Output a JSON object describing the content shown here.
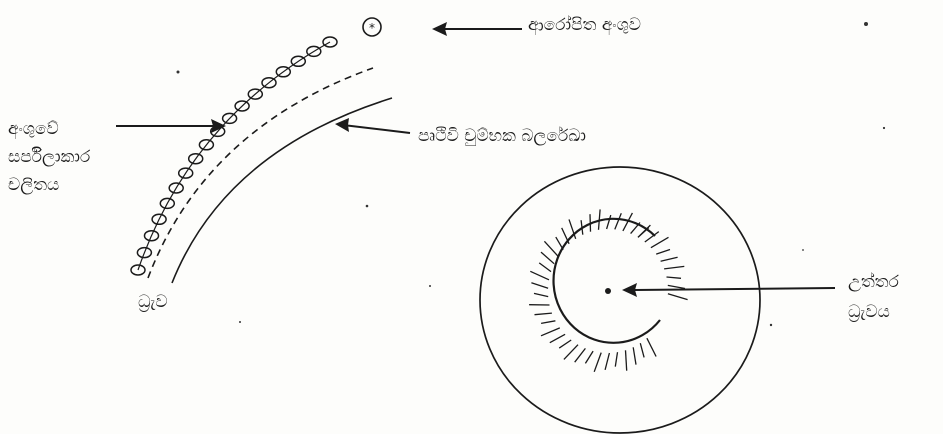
{
  "labels": {
    "charged_particle": "ආරෝපිත අංශුව",
    "spiral_path": [
      "අංශුවේ",
      "සර්පිලාකාර",
      "චලිතය"
    ],
    "earth_field_lines": "පෘථිවි චුම්භක බලරේඛා",
    "pole": "ධ්‍රැව",
    "north_pole": [
      "උත්තර",
      "ධ්‍රැවය"
    ]
  },
  "symbols": {
    "particle_marker": "circled-dot"
  }
}
